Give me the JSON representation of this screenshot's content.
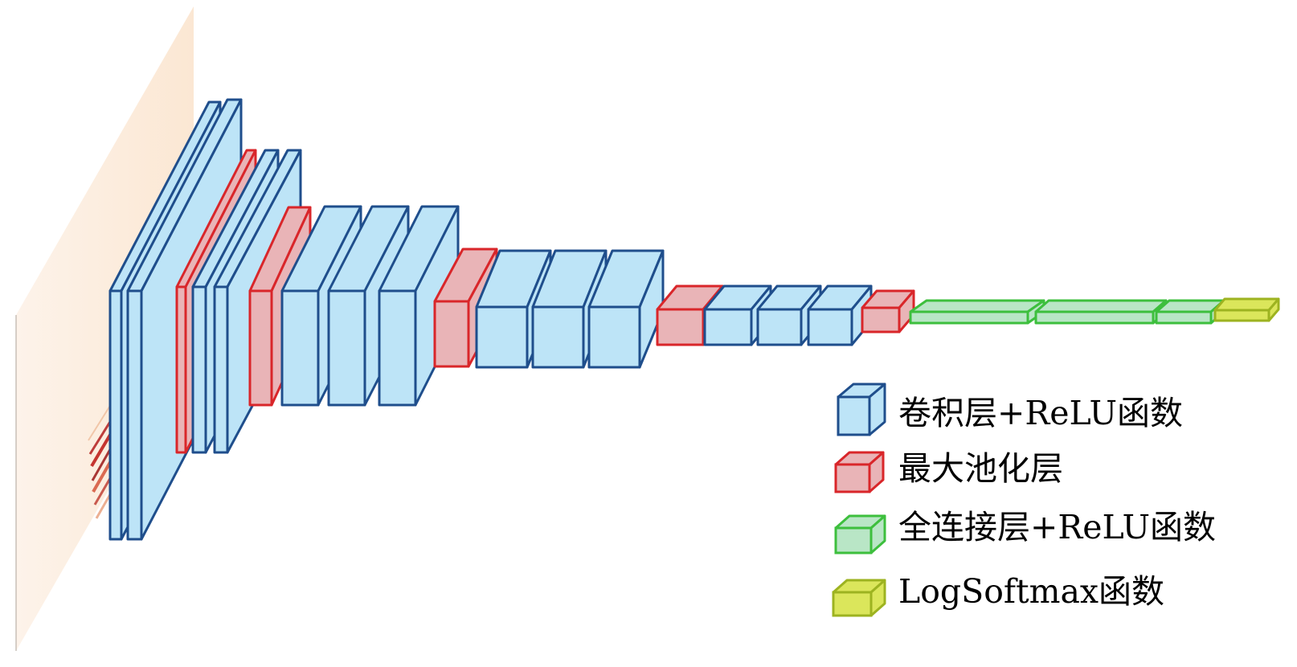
{
  "legend": {
    "conv": "卷积层+ReLU函数",
    "pool": "最大池化层",
    "fc": "全连接层+ReLU函数",
    "softmax": "LogSoftmax函数"
  },
  "colors": {
    "conv_fill": "#bde4f7",
    "conv_stroke": "#1f4e8c",
    "pool_fill": "#e9b4b7",
    "pool_stroke": "#d9262a",
    "fc_fill": "#b9e6c6",
    "fc_stroke": "#3dbf3d",
    "softmax_fill": "#dbe65b",
    "softmax_stroke": "#9db320",
    "input_fill": "#fdf0e3",
    "input_highlight": "#c0221e"
  },
  "layers": [
    {
      "type": "conv"
    },
    {
      "type": "conv"
    },
    {
      "type": "pool"
    },
    {
      "type": "conv"
    },
    {
      "type": "conv"
    },
    {
      "type": "pool"
    },
    {
      "type": "conv"
    },
    {
      "type": "conv"
    },
    {
      "type": "conv"
    },
    {
      "type": "pool"
    },
    {
      "type": "conv"
    },
    {
      "type": "conv"
    },
    {
      "type": "conv"
    },
    {
      "type": "pool"
    },
    {
      "type": "conv"
    },
    {
      "type": "conv"
    },
    {
      "type": "conv"
    },
    {
      "type": "pool"
    },
    {
      "type": "fc"
    },
    {
      "type": "fc"
    },
    {
      "type": "fc"
    },
    {
      "type": "softmax"
    }
  ]
}
